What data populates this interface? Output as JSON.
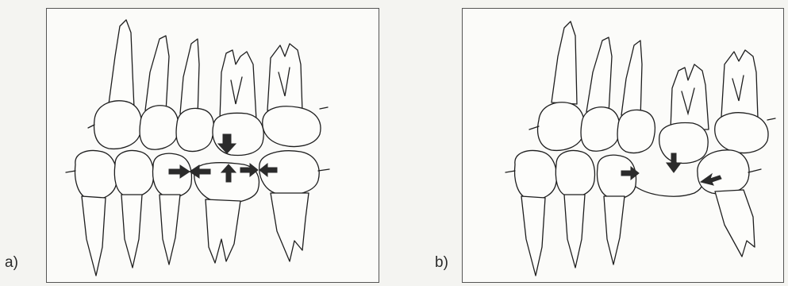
{
  "panels": [
    {
      "label": "a)",
      "description": "intact-dentition"
    },
    {
      "label": "b)",
      "description": "missing-tooth-drift"
    }
  ],
  "colors": {
    "line": "#1e1e1e",
    "arrow": "#2b2b2b",
    "background": "#fbfbf9"
  }
}
